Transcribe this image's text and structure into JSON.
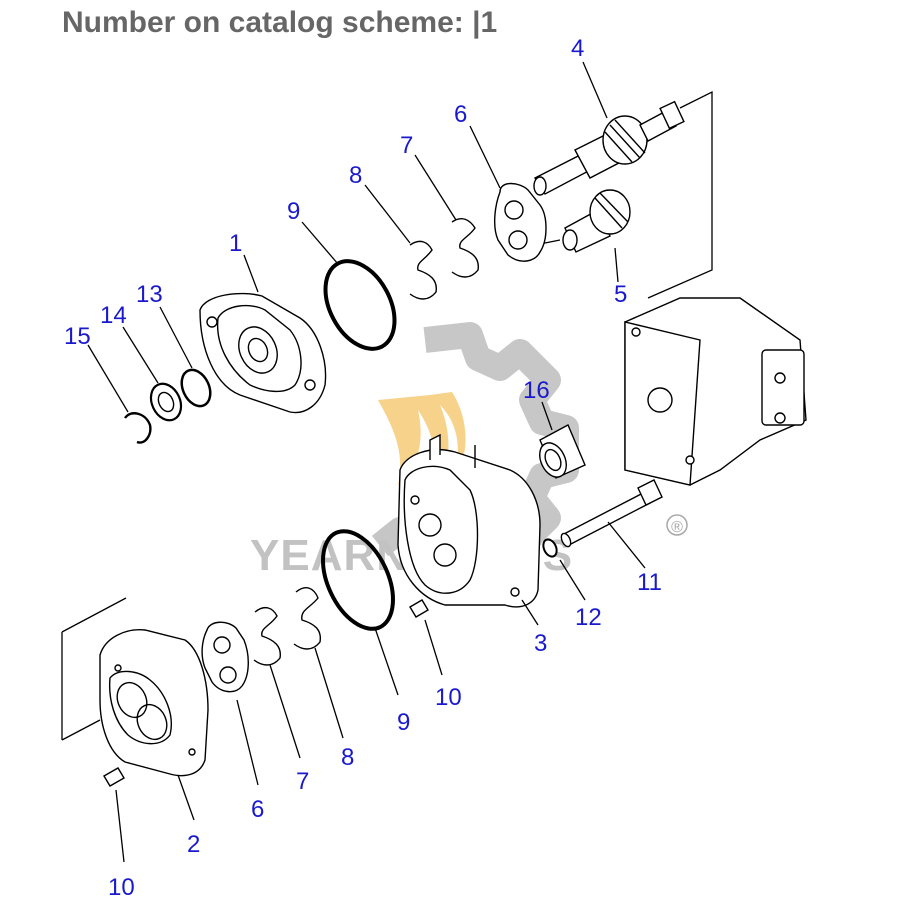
{
  "title": "Number on catalog scheme: |1",
  "watermark": {
    "brand": "YEARN PARTS",
    "registered": "®",
    "gear_color": "#bdbdbd",
    "flame_color": "#f5c468"
  },
  "label_color": "#1a1acc",
  "callouts": [
    {
      "id": "c4",
      "text": "4"
    },
    {
      "id": "c6a",
      "text": "6"
    },
    {
      "id": "c7a",
      "text": "7"
    },
    {
      "id": "c8a",
      "text": "8"
    },
    {
      "id": "c9a",
      "text": "9"
    },
    {
      "id": "c1",
      "text": "1"
    },
    {
      "id": "c13",
      "text": "13"
    },
    {
      "id": "c14",
      "text": "14"
    },
    {
      "id": "c15",
      "text": "15"
    },
    {
      "id": "c5",
      "text": "5"
    },
    {
      "id": "c16",
      "text": "16"
    },
    {
      "id": "c11",
      "text": "11"
    },
    {
      "id": "c12",
      "text": "12"
    },
    {
      "id": "c3",
      "text": "3"
    },
    {
      "id": "c10a",
      "text": "10"
    },
    {
      "id": "c9b",
      "text": "9"
    },
    {
      "id": "c8b",
      "text": "8"
    },
    {
      "id": "c7b",
      "text": "7"
    },
    {
      "id": "c6b",
      "text": "6"
    },
    {
      "id": "c2",
      "text": "2"
    },
    {
      "id": "c10b",
      "text": "10"
    }
  ]
}
